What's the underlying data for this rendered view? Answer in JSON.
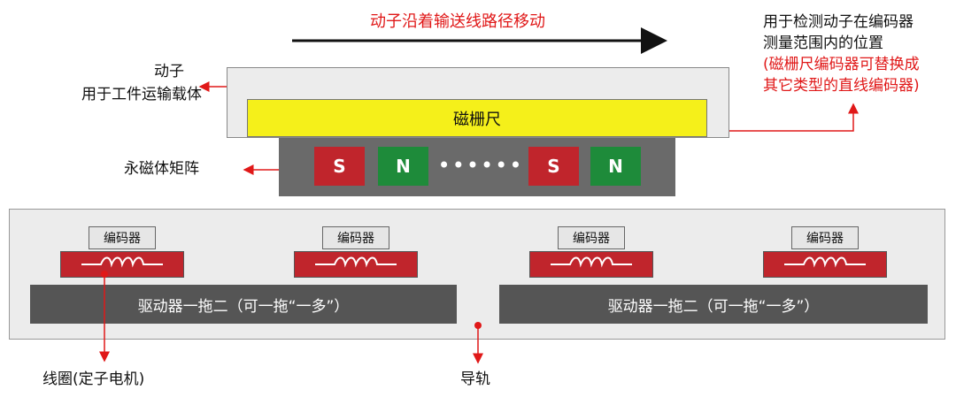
{
  "title": "动子沿着输送线路径移动",
  "mover_label": [
    "动子",
    "用于工件运输载体"
  ],
  "scale_label": "磁栅尺",
  "encoder_note": [
    "用于检测动子在编码器",
    "测量范围内的位置"
  ],
  "encoder_note_red": [
    "(磁栅尺编码器可替换成",
    "其它类型的直线编码器)"
  ],
  "magnet_array_label": "永磁体矩阵",
  "magnets": [
    "S",
    "N",
    "S",
    "N"
  ],
  "magnet_dots": "••••••",
  "encoder_label": "编码器",
  "driver_label": "驱动器一拖二（可一拖“一多”）",
  "coil_label": "线圈(定子电机)",
  "rail_label": "导轨",
  "colors": {
    "accent_red": "#e01818",
    "magnet_s": "#c0252c",
    "magnet_n": "#1e8b3a",
    "scale": "#f5f01a",
    "driver": "#555555"
  }
}
